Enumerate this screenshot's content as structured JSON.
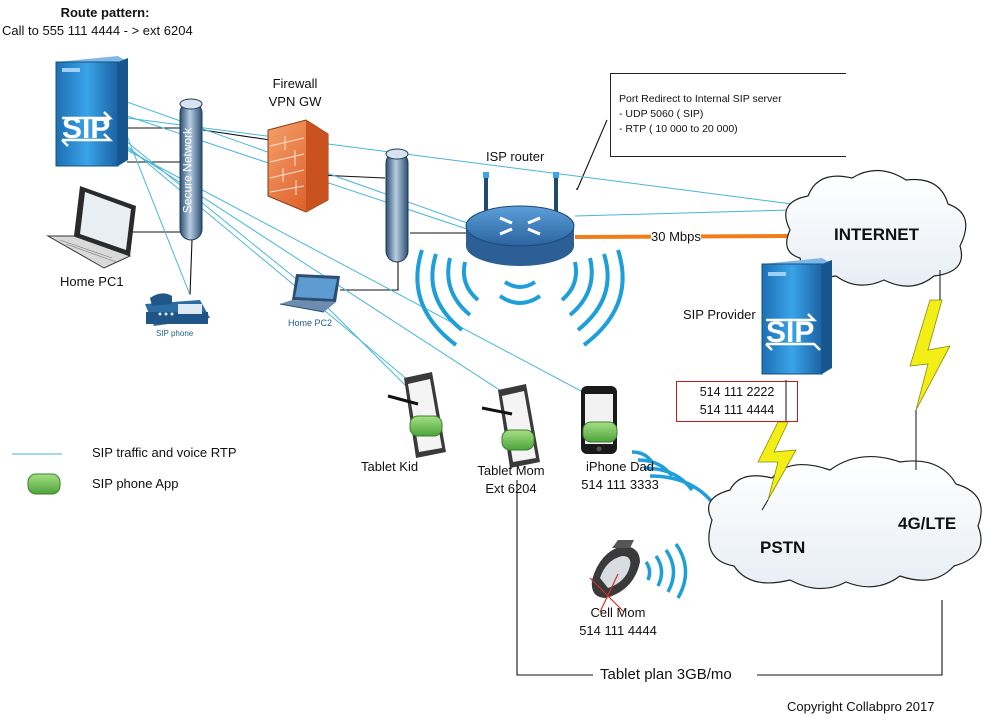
{
  "route_pattern": {
    "title": "Route pattern:",
    "rule": "Call to 555 111 4444 - > ext 6204"
  },
  "nodes": {
    "firewall": {
      "line1": "Firewall",
      "line2": "VPN GW"
    },
    "secure_network": "Secure Network",
    "isp_router": "ISP router",
    "internet": "INTERNET",
    "sip_provider": "SIP Provider",
    "pstn": "PSTN",
    "lte": "4G/LTE",
    "home_pc1": "Home PC1",
    "home_pc2": "Home PC2",
    "sip_phone": "SIP phone",
    "sip_server_logo": "SIP",
    "sip_provider_logo": "SIP",
    "tablet_kid": "Tablet Kid",
    "tablet_mom": {
      "line1": "Tablet Mom",
      "line2": "Ext 6204"
    },
    "iphone_dad": {
      "line1": "iPhone Dad",
      "line2": "514 111 3333"
    },
    "cell_mom": {
      "line1": "Cell Mom",
      "line2": "514 111 4444"
    }
  },
  "links": {
    "bandwidth": "30 Mbps",
    "tablet_plan": "Tablet plan 3GB/mo"
  },
  "port_redirect": {
    "title": "Port Redirect to Internal SIP server",
    "items": [
      "- UDP 5060 ( SIP)",
      "- RTP ( 10 000 to 20 000)"
    ]
  },
  "provider_numbers": [
    "514 111 2222",
    "514 111 4444"
  ],
  "legend": [
    {
      "label": "SIP traffic and voice RTP",
      "symbol": "line",
      "color": "#49b6d8"
    },
    {
      "label": "SIP phone App",
      "symbol": "green-pill",
      "color": "#6cc04a"
    }
  ],
  "copyright": "Copyright Collabpro 2017",
  "colors": {
    "sip_line": "#49b6d8",
    "server_blue": "#2a8fd4",
    "firewall_orange": "#e8743b",
    "uplink_orange": "#f07d1a",
    "lightning": "#f2ee16",
    "app_green": "#6cc04a",
    "router_blue": "#3d7fc1"
  }
}
